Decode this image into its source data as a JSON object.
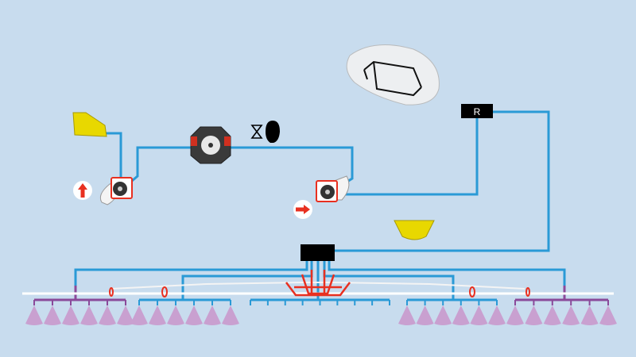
{
  "diagram": {
    "regulator_label": "R",
    "colors": {
      "background": "#c8dcee",
      "pipe": "#2a9ad6",
      "section_pipe": "#8a4a9a",
      "nozzle": "#c9a0d0",
      "tank": "#e8d800",
      "frame": "#e83020",
      "control_box": "#000000"
    },
    "boom_sections": [
      {
        "pipe": "purple",
        "nozzles": 6
      },
      {
        "pipe": "blue",
        "nozzles": 6
      },
      {
        "pipe": "blue",
        "nozzles": 0
      },
      {
        "pipe": "blue",
        "nozzles": 6
      },
      {
        "pipe": "purple",
        "nozzles": 6
      }
    ]
  }
}
